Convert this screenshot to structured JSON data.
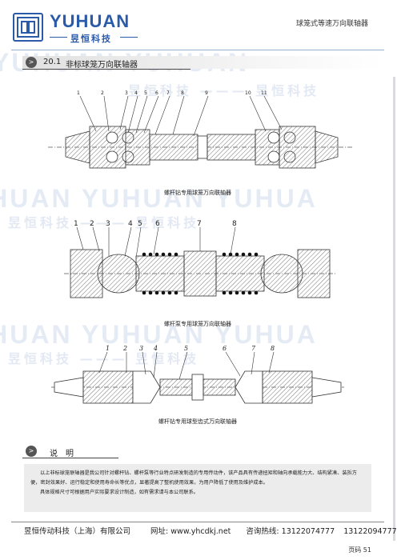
{
  "header": {
    "logo_en": "YUHUAN",
    "logo_cn": "昱恒科技",
    "title": "球笼式等速万向联轴器"
  },
  "section": {
    "number": "20.1",
    "title": "非标球笼万向联轴器"
  },
  "figures": [
    {
      "caption": "螺杆钻专用球笼万向联轴器",
      "callouts": [
        "1",
        "2",
        "3",
        "4",
        "5",
        "6",
        "7",
        "8",
        "9",
        "10",
        "11"
      ]
    },
    {
      "caption": "螺杆泵专用球笼万向联轴器",
      "callouts": [
        "1",
        "2",
        "3",
        "4",
        "5",
        "6",
        "7",
        "8"
      ]
    },
    {
      "caption": "螺杆钻专用球型齿式万向联轴器",
      "callouts": [
        "1",
        "2",
        "3",
        "4",
        "5",
        "6",
        "7",
        "8"
      ]
    }
  ],
  "description": {
    "heading": "说　明",
    "para1": "以上非标球笼联轴器是我公司针对螺杆钻、螺杆泵等行业特点研发制造的专用传动件，该产品具有传递扭矩和轴向承载能力大、结构紧凑、装拆方便，密封效果好、运行稳定和使用寿命长等优点，显著提高了整机使用效果，为用户降低了使用及维护成本。",
    "para2": "具体规格尺寸可根据用户实际要求设计制造，如有需求请与本公司联系。"
  },
  "footer": {
    "company": "昱恒传动科技（上海）有限公司",
    "website_label": "网址:",
    "website": "www.yhcdkj.net",
    "hotline_label": "咨询热线:",
    "phone1": "13122074777",
    "phone2": "13122094777",
    "page": "页码 51"
  },
  "colors": {
    "brand": "#2a5aa8",
    "drawing": "#333333",
    "hatch": "#777777"
  }
}
